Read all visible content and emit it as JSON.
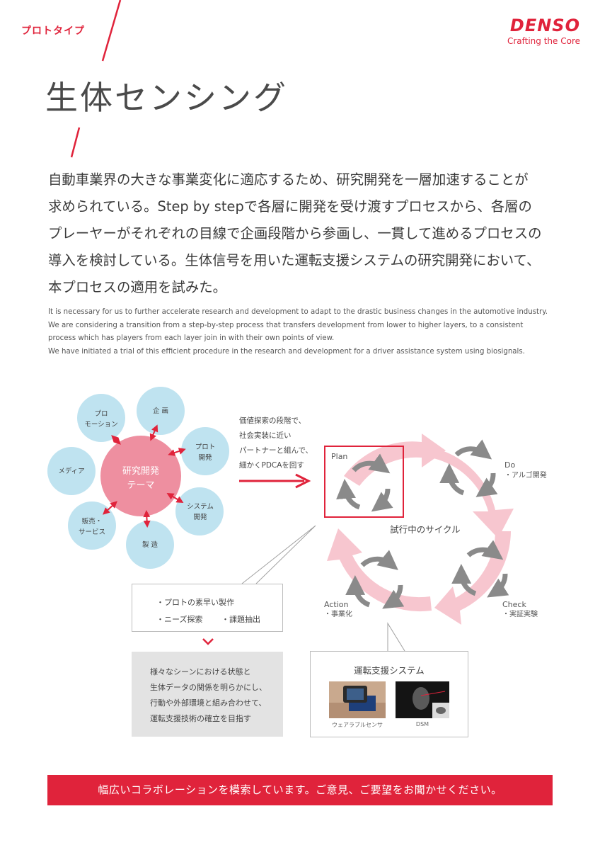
{
  "header": {
    "tag": "プロトタイプ",
    "brand_name": "DENSO",
    "brand_tagline": "Crafting the Core"
  },
  "title": "生体センシング",
  "jp_lines": [
    "自動車業界の大きな事業変化に適応するため、研究開発を一層加速することが",
    "求められている。Step by stepで各層に開発を受け渡すプロセスから、各層の",
    "プレーヤーがそれぞれの目線で企画段階から参画し、一貫して進めるプロセスの",
    "導入を検討している。生体信号を用いた運転支援システムの研究開発において、",
    "本プロセスの適用を試みた。"
  ],
  "en_lines": [
    "It is necessary for us to further accelerate research and development to adapt to the drastic business changes in the automotive industry.",
    "We are considering a transition from a step-by-step process that transfers development from lower to higher layers, to a consistent",
    "process which has players from each layer join in with their own points of view.",
    "We have initiated a trial of this efficient procedure in the research and development for a driver assistance system using biosignals."
  ],
  "theme": {
    "line1": "研究開発",
    "line2": "テーマ"
  },
  "satellites": [
    {
      "line1": "企 画",
      "line2": ""
    },
    {
      "line1": "プロト",
      "line2": "開発"
    },
    {
      "line1": "システム",
      "line2": "開発"
    },
    {
      "line1": "製 造",
      "line2": ""
    },
    {
      "line1": "販売・",
      "line2": "サービス"
    },
    {
      "line1": "メディア",
      "line2": ""
    },
    {
      "line1": "プロ",
      "line2": "モーション"
    }
  ],
  "arrow_note": [
    "価値探索の段階で、",
    "社会実装に近い",
    "パートナーと組んで、",
    "細かくPDCAを回す"
  ],
  "cycle": {
    "center_label": "試行中のサイクル",
    "plan": "Plan",
    "do": "Do",
    "do_sub": "・アルゴ開発",
    "check": "Check",
    "check_sub": "・実証実験",
    "action": "Action",
    "action_sub": "・事業化"
  },
  "note": {
    "item1": "・プロトの素早い製作",
    "item2": "・ニーズ探索",
    "item3": "・課題抽出"
  },
  "goal_lines": [
    "様々なシーンにおける状態と",
    "生体データの関係を明らかにし、",
    "行動や外部環境と組み合わせて、",
    "運転支援技術の確立を目指す"
  ],
  "system": {
    "title": "運転支援システム",
    "caption1": "ウェアラブルセンサ",
    "caption2": "DSM"
  },
  "banner": "幅広いコラボレーションを模索しています。ご意見、ご要望をお聞かせください。",
  "colors": {
    "accent": "#e0233b",
    "satellite": "#bfe3f0",
    "theme": "#ee8fa0",
    "cycle": "#f7c6cf",
    "gear": "#8a8a8a"
  }
}
